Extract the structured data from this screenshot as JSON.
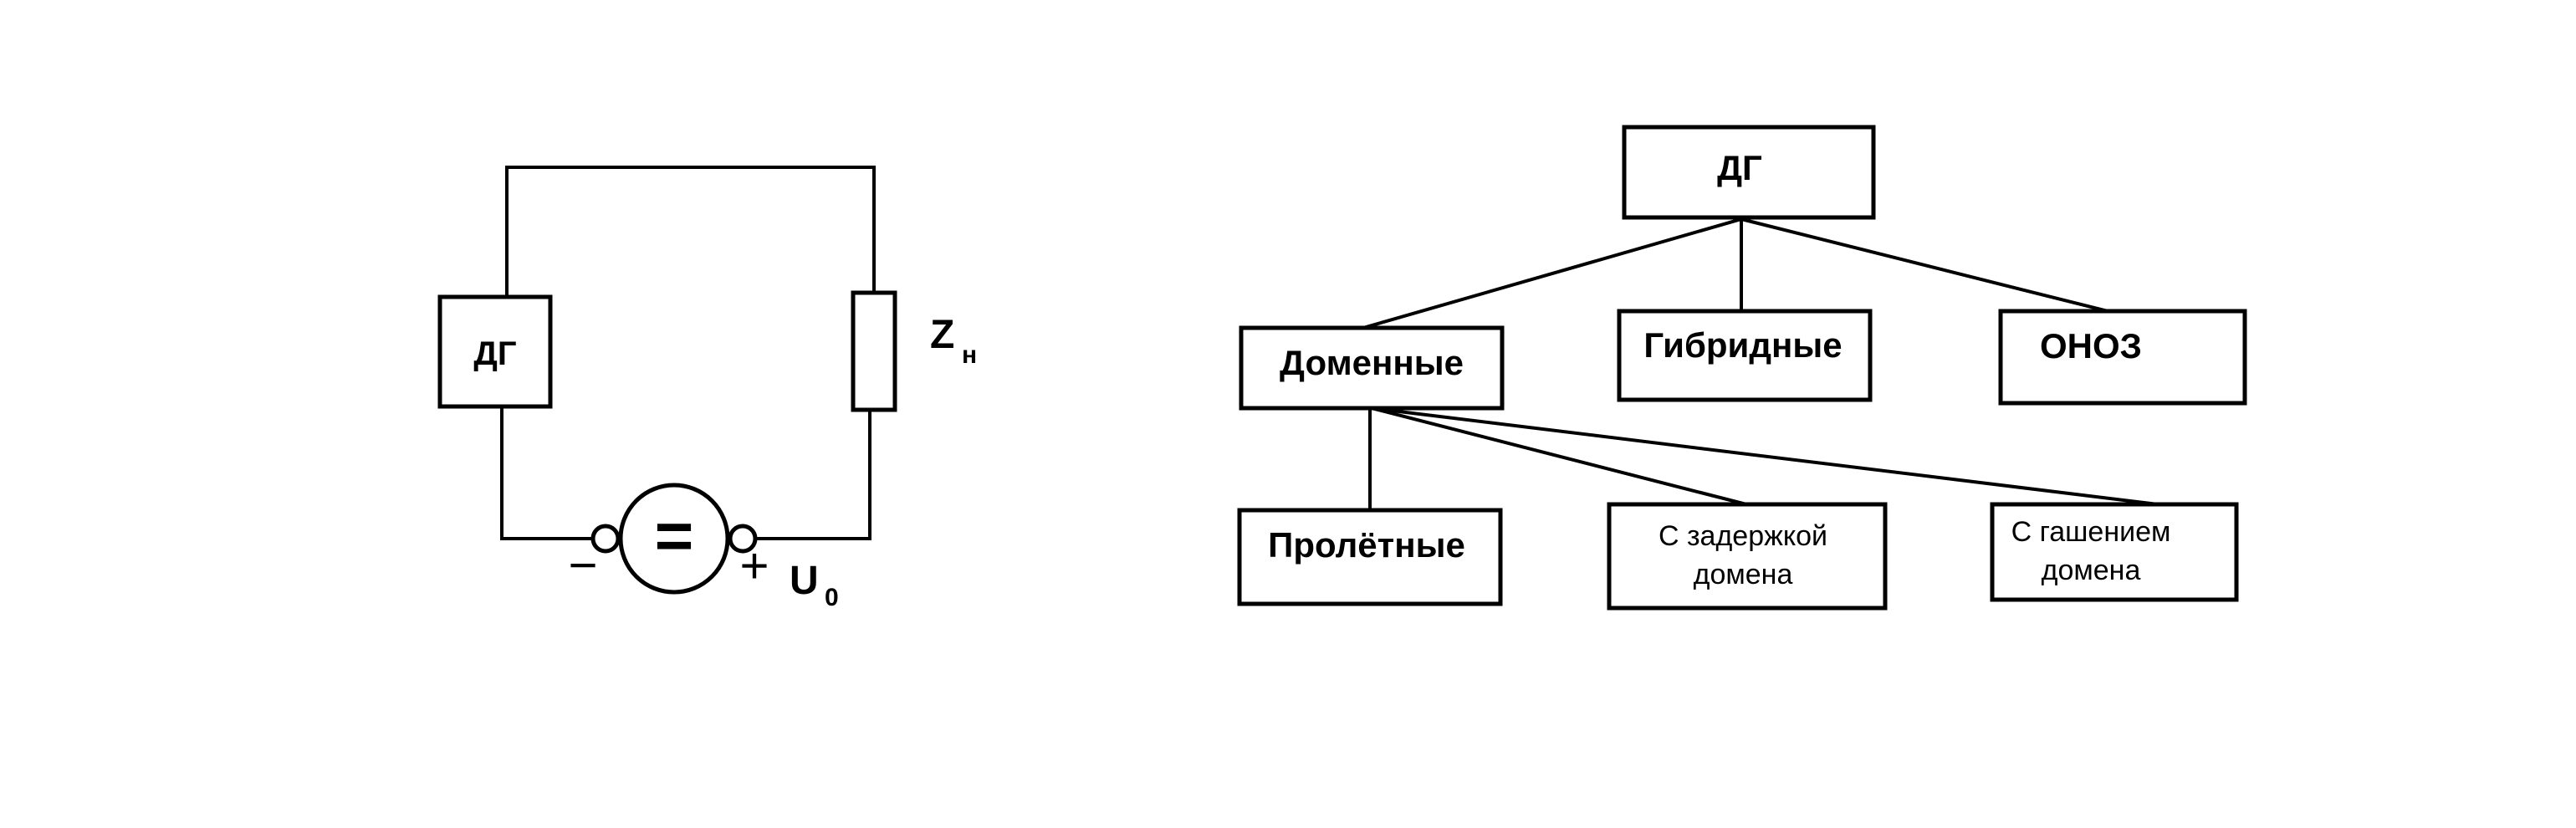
{
  "circuit": {
    "generator_label": "ДГ",
    "load_symbol": "Z",
    "load_subscript": "н",
    "source_symbol": "=",
    "minus_sign": "−",
    "plus_sign": "+",
    "voltage_symbol": "U",
    "voltage_subscript": "0"
  },
  "tree": {
    "root": "ДГ",
    "level1": [
      "Доменные",
      "Гибридные",
      "ОНОЗ"
    ],
    "level2": [
      {
        "lines": [
          "Пролётные"
        ]
      },
      {
        "lines": [
          "С задержкой",
          "домена"
        ]
      },
      {
        "lines": [
          "С гашением",
          "домена"
        ]
      }
    ]
  }
}
